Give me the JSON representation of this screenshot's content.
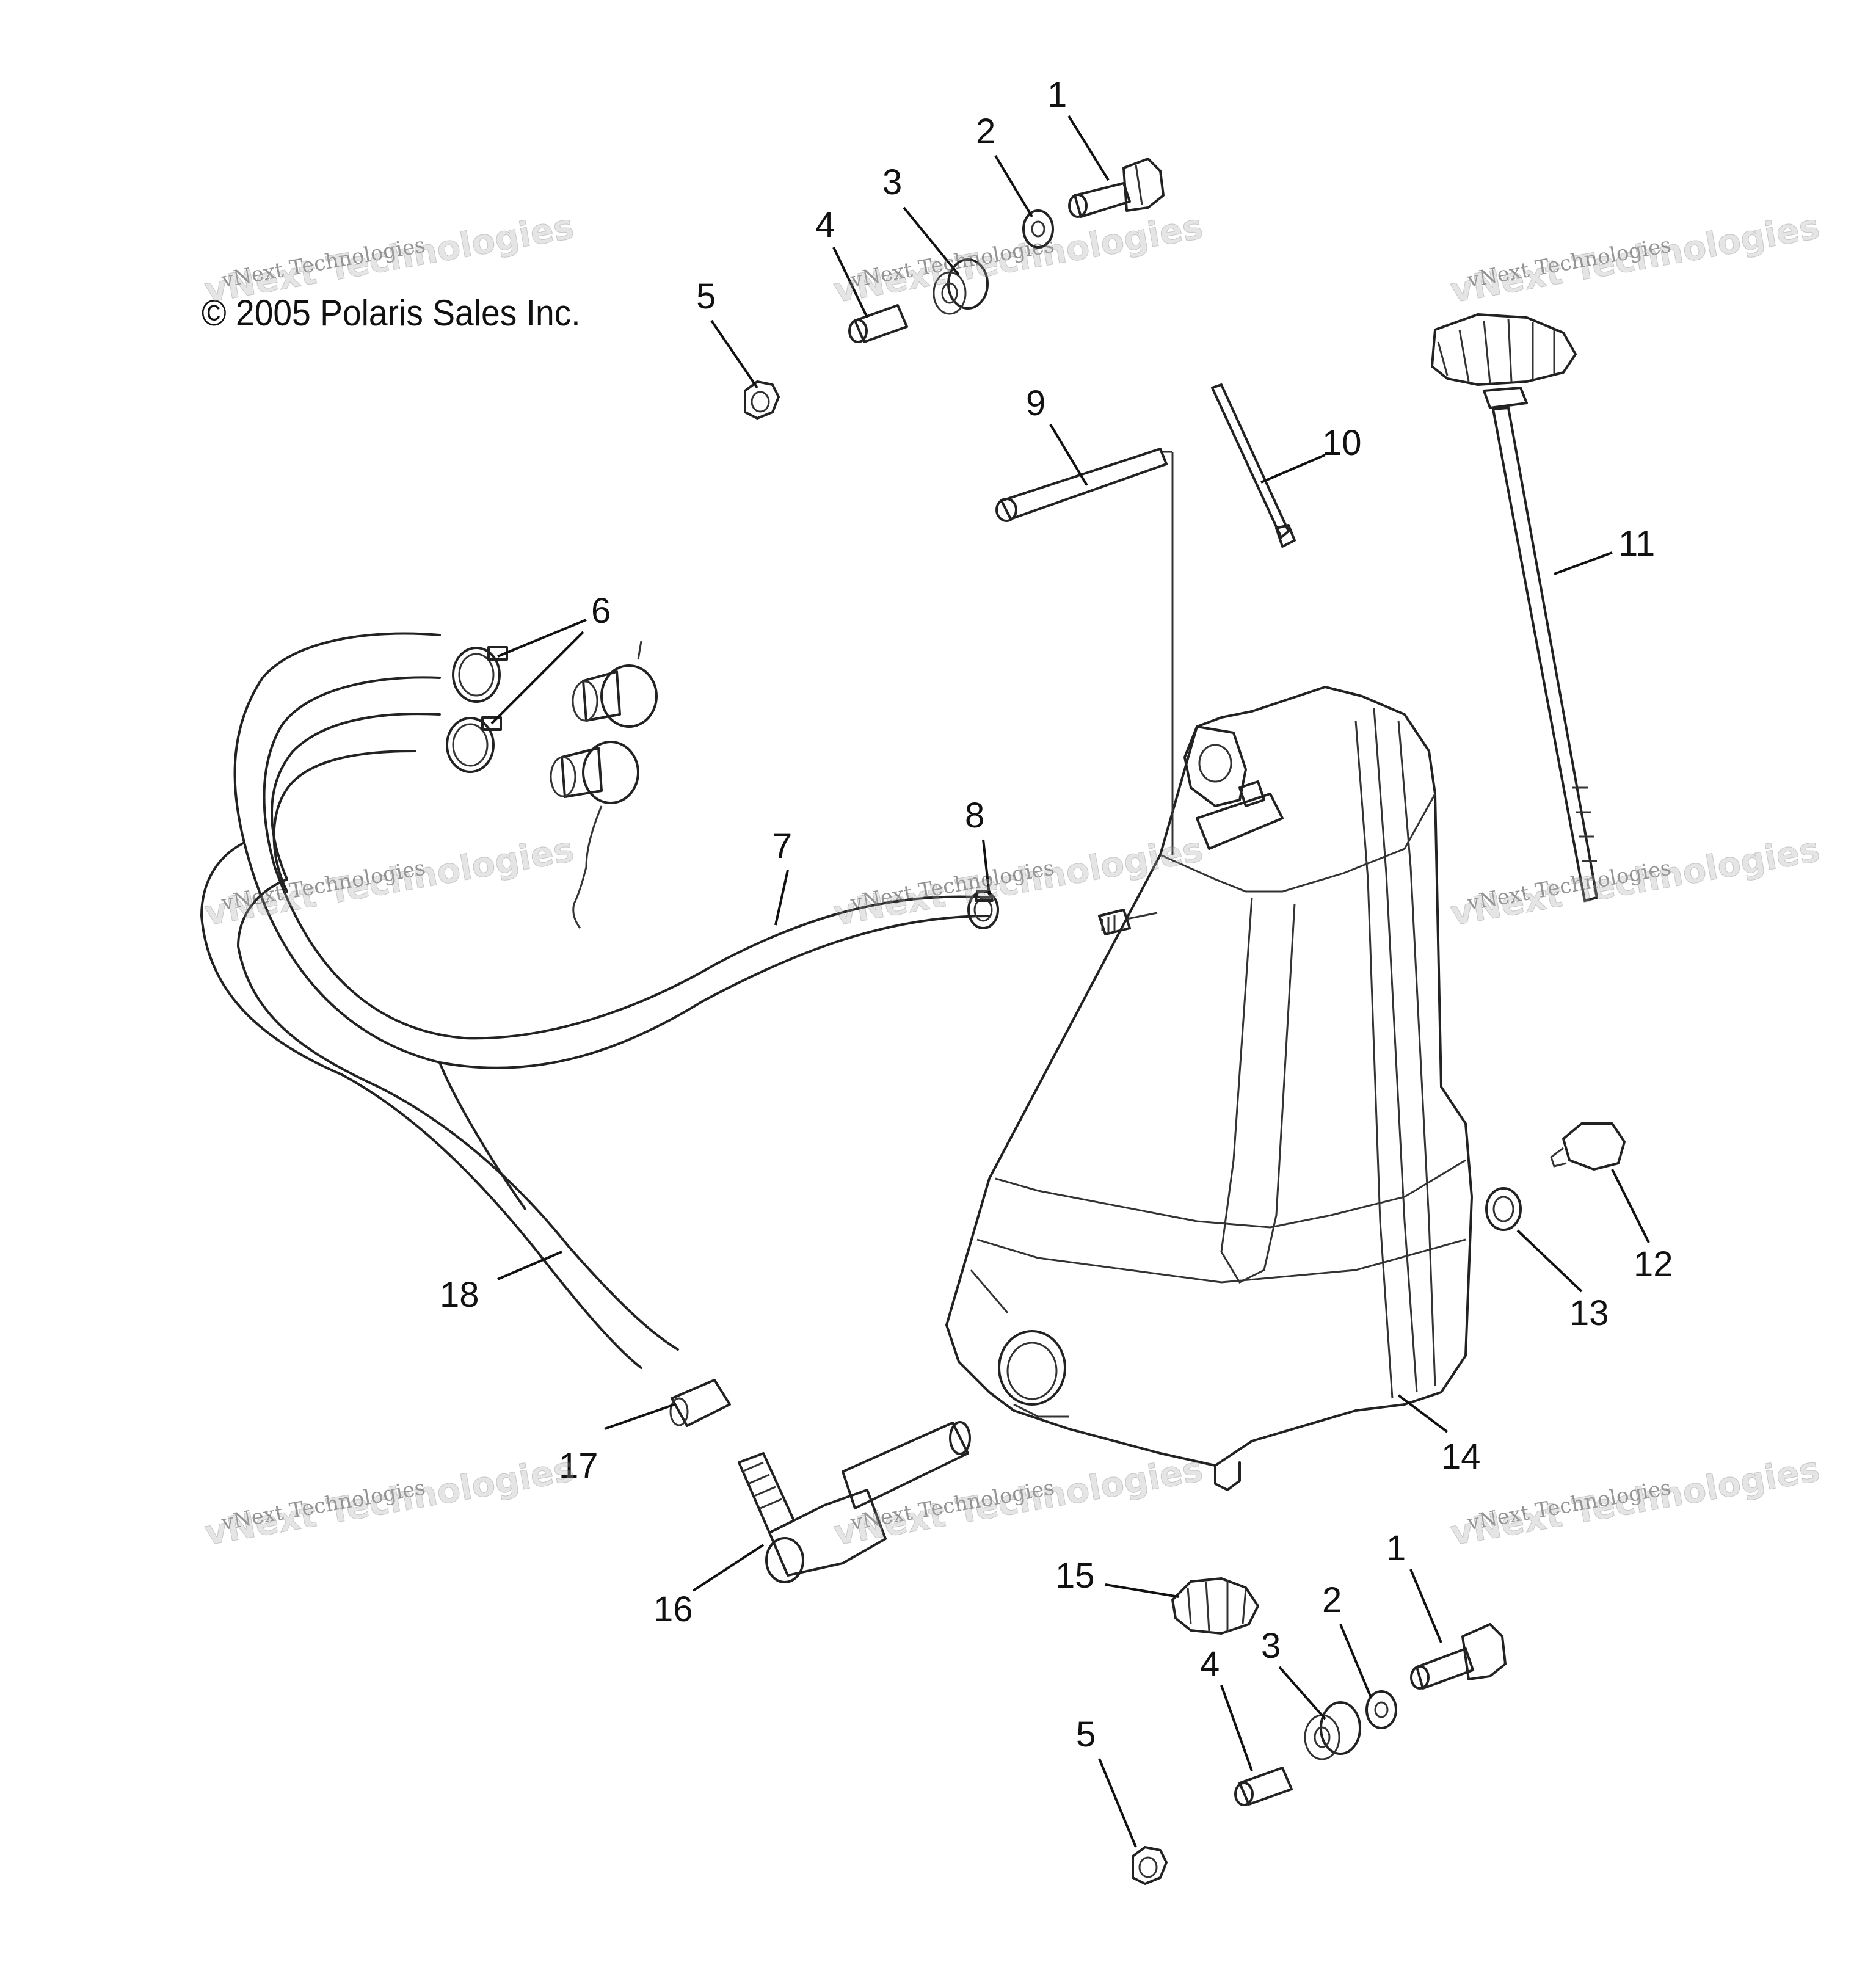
{
  "copyright": "© 2005 Polaris Sales Inc.",
  "watermark": {
    "line1": "vNext Technologies",
    "line2": "vNext Technologies"
  },
  "callouts": [
    {
      "id": "c1a",
      "text": "1"
    },
    {
      "id": "c2a",
      "text": "2"
    },
    {
      "id": "c3a",
      "text": "3"
    },
    {
      "id": "c4a",
      "text": "4"
    },
    {
      "id": "c5a",
      "text": "5"
    },
    {
      "id": "c6",
      "text": "6"
    },
    {
      "id": "c7",
      "text": "7"
    },
    {
      "id": "c8",
      "text": "8"
    },
    {
      "id": "c9",
      "text": "9"
    },
    {
      "id": "c10",
      "text": "10"
    },
    {
      "id": "c11",
      "text": "11"
    },
    {
      "id": "c12",
      "text": "12"
    },
    {
      "id": "c13",
      "text": "13"
    },
    {
      "id": "c14",
      "text": "14"
    },
    {
      "id": "c15",
      "text": "15"
    },
    {
      "id": "c16",
      "text": "16"
    },
    {
      "id": "c17",
      "text": "17"
    },
    {
      "id": "c18",
      "text": "18"
    },
    {
      "id": "c1b",
      "text": "1"
    },
    {
      "id": "c2b",
      "text": "2"
    },
    {
      "id": "c3b",
      "text": "3"
    },
    {
      "id": "c4b",
      "text": "4"
    },
    {
      "id": "c5b",
      "text": "5"
    }
  ]
}
